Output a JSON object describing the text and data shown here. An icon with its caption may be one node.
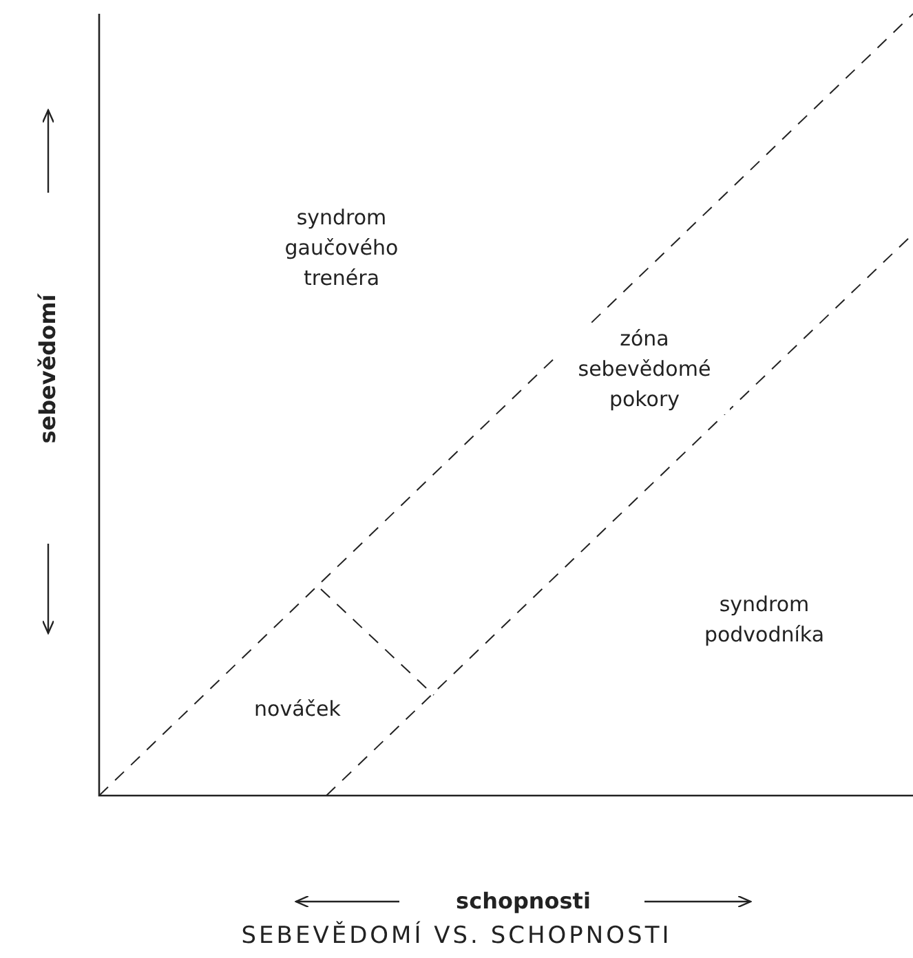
{
  "diagram": {
    "caption": "SEBEVĚDOMÍ VS. SCHOPNOSTI",
    "labels": [
      "syndrom gaučového trenéra",
      "zóna sebevědomé pokory",
      "syndrom podvodníka",
      "nováček",
      "sebevědomí",
      "schopnosti"
    ]
  }
}
